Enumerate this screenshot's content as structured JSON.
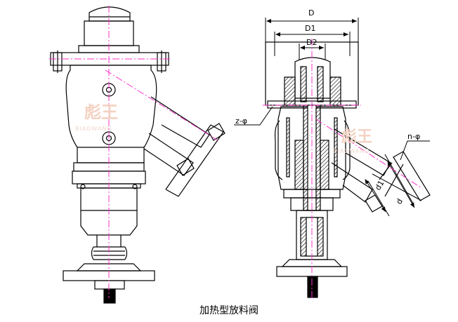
{
  "caption": "加热型放料阀",
  "labels": {
    "d_outer": "D",
    "d1": "D1",
    "d2": "D2",
    "z_phi": "z-φ",
    "n_phi": "n-φ",
    "d1_small": "d1",
    "d_small": "d"
  },
  "watermark": {
    "text": "彪王",
    "subtext": "BIAOWANG"
  },
  "colors": {
    "line": "#000000",
    "centerline": "#ff33cc",
    "hatch": "#000000",
    "watermark": "#f3d2c2"
  }
}
